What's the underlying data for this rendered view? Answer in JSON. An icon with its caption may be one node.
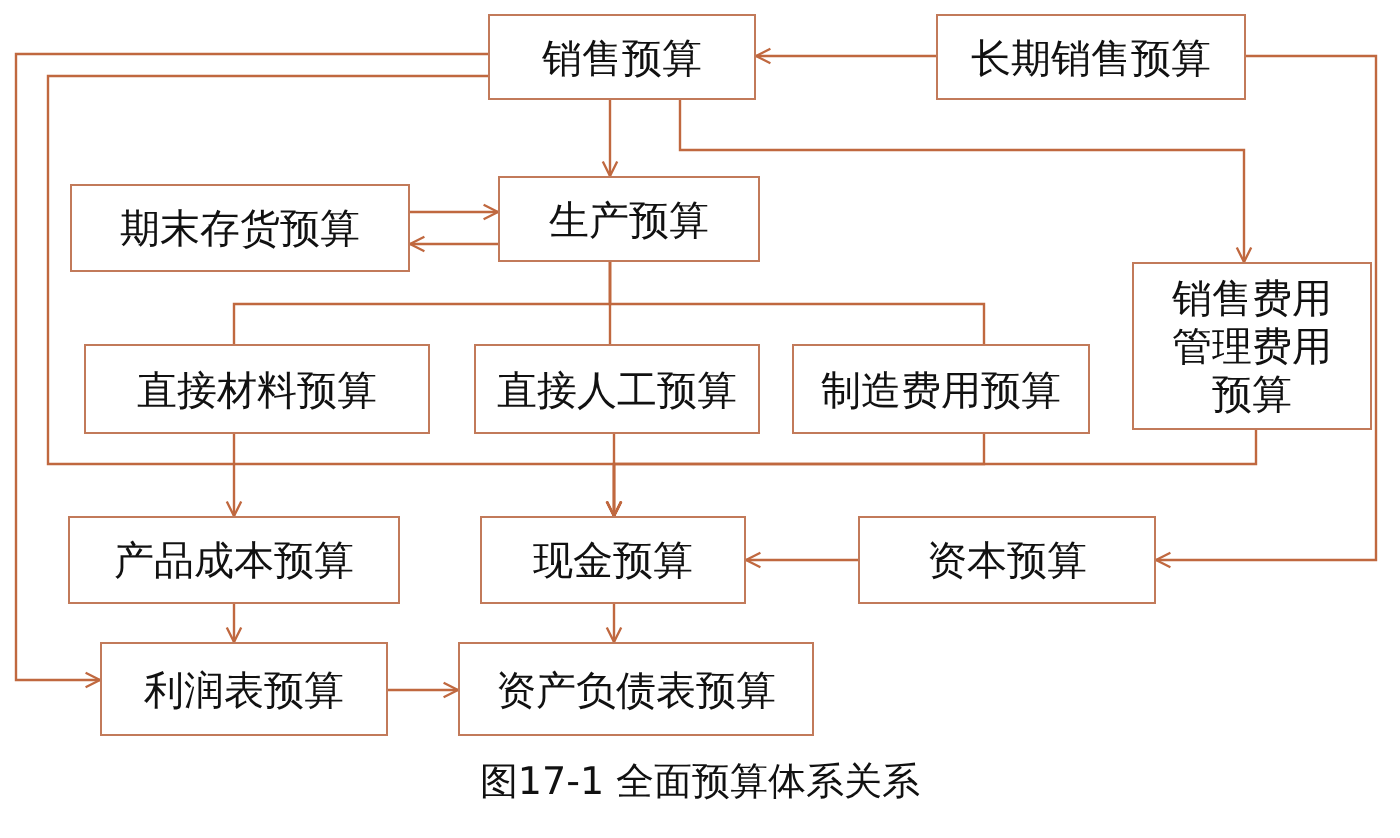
{
  "diagram": {
    "caption": "图17-1 全面预算体系关系",
    "nodes": [
      {
        "text": [
          "销售预算"
        ]
      },
      {
        "text": [
          "长期销售预算"
        ]
      },
      {
        "text": [
          "期末存货预算"
        ]
      },
      {
        "text": [
          "生产预算"
        ]
      },
      {
        "text": [
          "销售费用管理费用预算"
        ]
      },
      {
        "text": [
          "直接材料预算"
        ]
      },
      {
        "text": [
          "直接人工预算"
        ]
      },
      {
        "text": [
          "制造费用预算"
        ]
      },
      {
        "text": [
          "产品成本预算"
        ]
      },
      {
        "text": [
          "现金预算"
        ]
      },
      {
        "text": [
          "资本预算"
        ]
      },
      {
        "text": [
          "利润表预算"
        ]
      },
      {
        "text": [
          "资产负债表预算"
        ]
      }
    ],
    "edges": [
      {
        "from": 1,
        "to": 0,
        "arrow": "to"
      },
      {
        "from": 0,
        "to": 3,
        "arrow": "to"
      },
      {
        "from": 0,
        "to": 4,
        "arrow": "to"
      },
      {
        "from": 1,
        "to": 10,
        "arrow": "to"
      },
      {
        "from": 2,
        "to": 3,
        "arrow": "to"
      },
      {
        "from": 3,
        "to": 2,
        "arrow": "to"
      },
      {
        "from": 3,
        "to": 5,
        "arrow": "none"
      },
      {
        "from": 3,
        "to": 6,
        "arrow": "none"
      },
      {
        "from": 3,
        "to": 7,
        "arrow": "none"
      },
      {
        "from": 5,
        "to": 8,
        "arrow": "to"
      },
      {
        "from": 6,
        "to": 9,
        "arrow": "to"
      },
      {
        "from": 0,
        "to": 9,
        "arrow": "to"
      },
      {
        "from": 7,
        "to": 9,
        "arrow": "to"
      },
      {
        "from": 4,
        "to": 9,
        "arrow": "to"
      },
      {
        "from": 0,
        "to": 11,
        "arrow": "to"
      },
      {
        "from": 8,
        "to": 11,
        "arrow": "to"
      },
      {
        "from": 10,
        "to": 9,
        "arrow": "to"
      },
      {
        "from": 9,
        "to": 12,
        "arrow": "to"
      },
      {
        "from": 11,
        "to": 12,
        "arrow": "to"
      }
    ]
  }
}
